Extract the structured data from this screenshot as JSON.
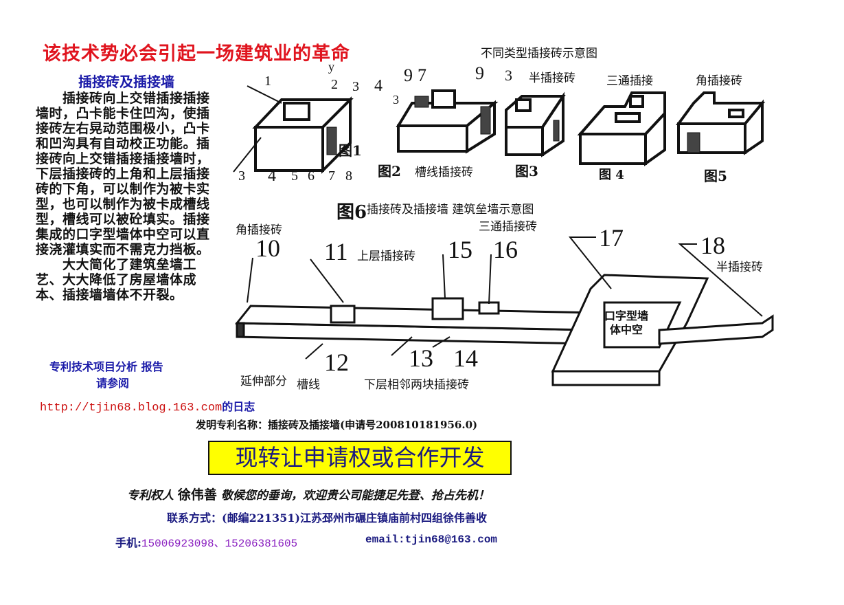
{
  "headline": "该技术势必会引起一场建筑业的革命",
  "subtitle": "插接砖及插接墙",
  "body_paragraphs": [
    "　　插接砖向上交错插接插接墙时，凸卡能卡住凹沟，使插接砖左右晃动范围极小，凸卡和凹沟具有自动校正功能。插接砖向上交错插接插接墙时，下层插接砖的上角和上层插接砖的下角，可以制作为被卡实型，也可以制作为被卡成槽线型，槽线可以被砼填实。插接集成的口字型墙体中空可以直接浇灌填实而不需克力挡板。",
    "　　大大简化了建筑垒墙工艺、大大降低了房屋墙体成本、插接墙墙体不开裂。"
  ],
  "report_line1": "专利技术项目分析 报告",
  "report_line2": "请参阅",
  "url": "http://tjin68.blog.163.com",
  "url_suffix": "的日志",
  "patent_name": "发明专利名称：插接砖及插接墙(申请号200810181956.0)",
  "banner": "现转让申请权或合作开发",
  "owner_prefix": "专利权人",
  "owner_name": "徐伟善",
  "owner_suffix": "敬候您的垂询，欢迎贵公司能捷足先登、抢占先机！",
  "contact": "联系方式：(邮编221351)江苏邳州市碾庄镇庙前村四组徐伟善收",
  "phone_label": "手机:",
  "phone": "15006923098、15206381605",
  "email": "email:tjin68@163.com",
  "diagram": {
    "types_title": "不同类型插接砖示意图",
    "fig1": "图1",
    "fig2": "图2",
    "fig2_name": "槽线插接砖",
    "fig3": "图3",
    "fig3_name": "半插接砖",
    "fig4": "图 4",
    "fig4_name": "三通插接",
    "fig5": "图5",
    "fig5_name": "角插接砖",
    "fig6": "图6",
    "fig6_title": "插接砖及插接墙 建筑垒墙示意图",
    "fig1_nums": [
      "1",
      "y",
      "2",
      "3",
      "4",
      "3",
      "4",
      "5",
      "6",
      "7",
      "8"
    ],
    "fig2_nums": [
      "9",
      "7",
      "9",
      "3",
      "3"
    ],
    "fig6_labels": {
      "corner": "角插接砖",
      "tee": "三通插接砖",
      "upper": "上层插接砖",
      "half": "半插接砖",
      "extend": "延伸部分",
      "groove": "槽线",
      "lower": "下层相邻两块插接砖",
      "hollow": "口字型墙体中空"
    },
    "fig6_nums": [
      "10",
      "11",
      "15",
      "16",
      "17",
      "18",
      "12",
      "13",
      "14"
    ]
  }
}
